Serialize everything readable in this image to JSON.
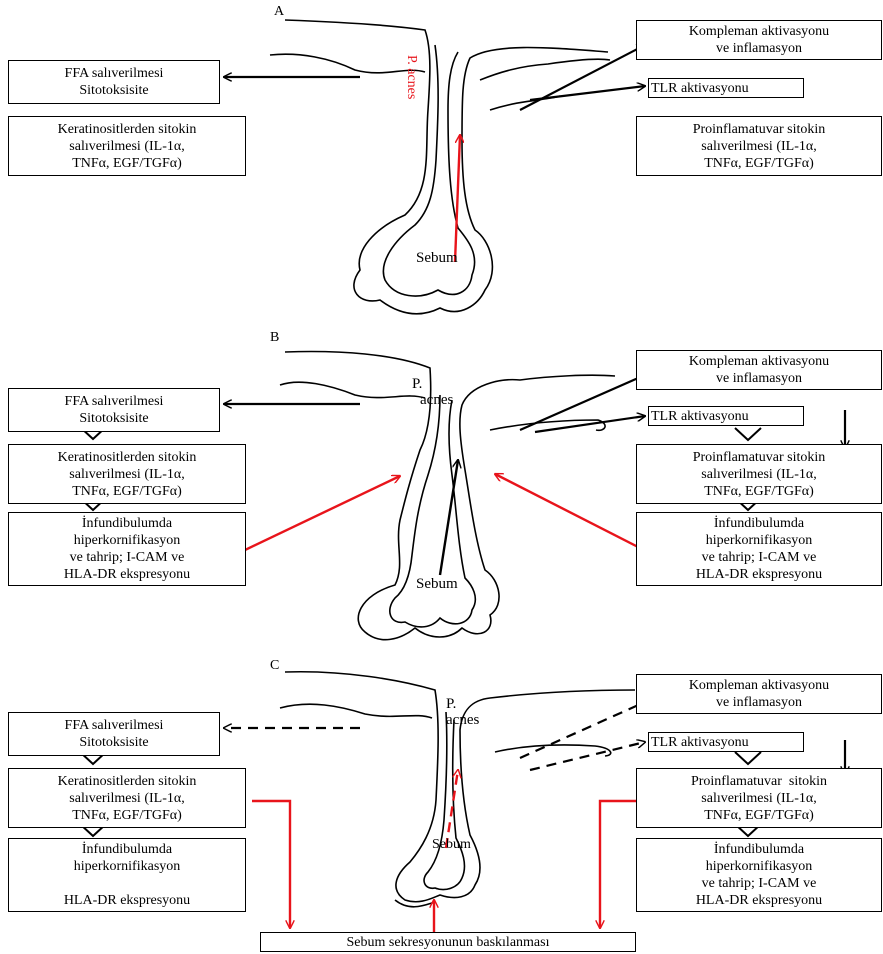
{
  "panels": [
    {
      "letter": "A",
      "bacteria": "P. acnes",
      "sebum": "Sebum",
      "left": {
        "ffa": [
          "FFA salıverilmesi",
          "Sitotoksisite"
        ],
        "keratinocyte": [
          "Keratinositlerden sitokin",
          "salıverilmesi (IL-1α,",
          "TNFα, EGF/TGFα)"
        ]
      },
      "right": {
        "complement": [
          "Kompleman aktivasyonu",
          "ve inflamasyon"
        ],
        "tlr": "TLR aktivasyonu",
        "proinflammatory": [
          "Proinflamatuvar sitokin",
          "salıverilmesi (IL-1α,",
          "TNFα, EGF/TGFα)"
        ]
      }
    },
    {
      "letter": "B",
      "bacteria": [
        "P.",
        "acnes"
      ],
      "sebum": "Sebum",
      "left": {
        "ffa": [
          "FFA salıverilmesi",
          "Sitotoksisite"
        ],
        "keratinocyte": [
          "Keratinositlerden sitokin",
          "salıverilmesi (IL-1α,",
          "TNFα, EGF/TGFα)"
        ],
        "infundibulum": [
          "İnfundibulumda",
          "hiperkornifikasyon",
          "ve tahrip; I-CAM ve",
          "HLA-DR ekspresyonu"
        ]
      },
      "right": {
        "complement": [
          "Kompleman aktivasyonu",
          "ve inflamasyon"
        ],
        "tlr": "TLR aktivasyonu",
        "proinflammatory": [
          "Proinflamatuvar sitokin",
          "salıverilmesi (IL-1α,",
          "TNFα, EGF/TGFα)"
        ],
        "infundibulum": [
          "İnfundibulumda",
          "hiperkornifikasyon",
          "ve tahrip; I-CAM ve",
          "HLA-DR ekspresyonu"
        ]
      }
    },
    {
      "letter": "C",
      "bacteria": [
        "P.",
        "acnes"
      ],
      "sebum": "Sebum",
      "left": {
        "ffa": [
          "FFA salıverilmesi",
          "Sitotoksisite"
        ],
        "keratinocyte": [
          "Keratinositlerden sitokin",
          "salıverilmesi (IL-1α,",
          "TNFα, EGF/TGFα)"
        ],
        "infundibulum": [
          "İnfundibulumda",
          "hiperkornifikasyon",
          "",
          "HLA-DR ekspresyonu"
        ]
      },
      "right": {
        "complement": [
          "Kompleman aktivasyonu",
          "ve inflamasyon"
        ],
        "tlr": "TLR aktivasyonu",
        "proinflammatory": [
          "Proinflamatuvar  sitokin",
          "salıverilmesi (IL-1α,",
          "TNFα, EGF/TGFα)"
        ],
        "infundibulum": [
          "İnfundibulumda",
          "hiperkornifikasyon",
          "ve tahrip; I-CAM ve",
          "HLA-DR ekspresyonu"
        ]
      },
      "bottom": "Sebum sekresyonunun baskılanması"
    }
  ],
  "colors": {
    "red": "#e8141b",
    "black": "#000000"
  }
}
